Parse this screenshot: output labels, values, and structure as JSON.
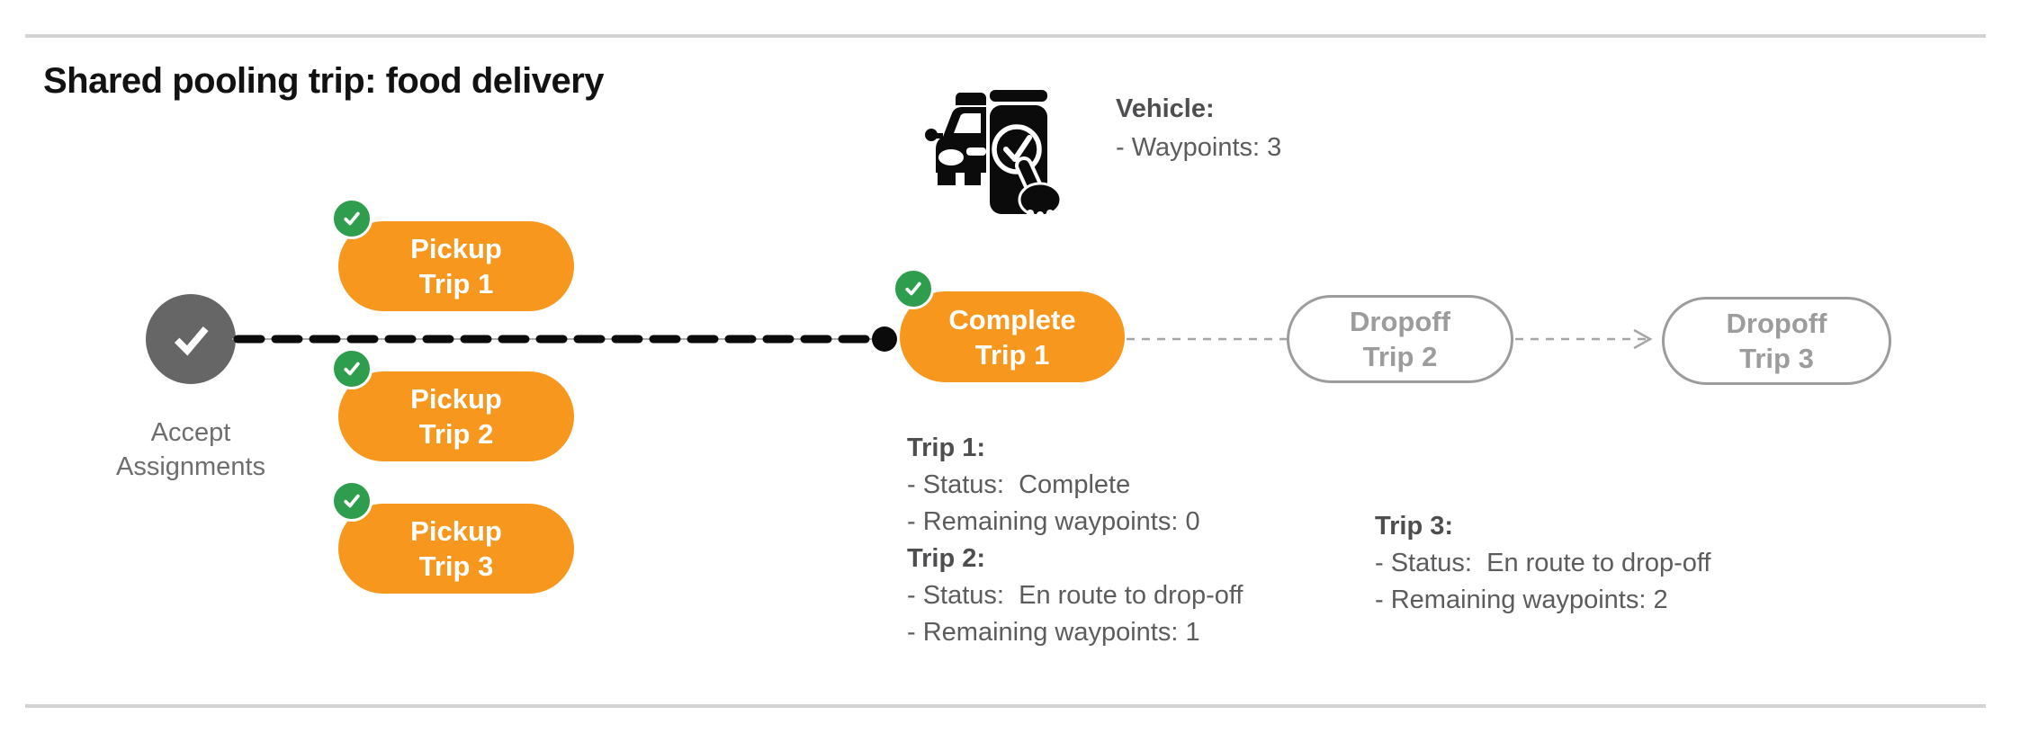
{
  "title": "Shared pooling trip: food delivery",
  "colors": {
    "orange": "#F8971D",
    "green": "#2E9E4E",
    "node_gray": "#666666",
    "outline_gray": "#9C9C9C",
    "text_gray": "#5C5C5E",
    "rule_gray": "#D3D3D3",
    "dash_black": "#0B0B0B"
  },
  "icons": {
    "vehicle": "car-phone-check-icon",
    "start": "check-icon",
    "badge": "check-badge-icon",
    "arrow": "arrowhead-right-icon",
    "dot": "route-endpoint-dot"
  },
  "vehicle": {
    "heading": "Vehicle:",
    "detail": "- Waypoints: 3"
  },
  "flow": {
    "start_label": "Accept Assignments",
    "pickups": [
      {
        "line1": "Pickup",
        "line2": "Trip 1"
      },
      {
        "line1": "Pickup",
        "line2": "Trip 2"
      },
      {
        "line1": "Pickup",
        "line2": "Trip 3"
      }
    ],
    "complete": {
      "line1": "Complete",
      "line2": "Trip 1"
    },
    "dropoffs": [
      {
        "line1": "Dropoff",
        "line2": "Trip 2"
      },
      {
        "line1": "Dropoff",
        "line2": "Trip 3"
      }
    ]
  },
  "status_left": {
    "sections": [
      {
        "heading": "Trip 1:",
        "lines": [
          "- Status:  Complete",
          "- Remaining waypoints: 0"
        ]
      },
      {
        "heading": "Trip 2:",
        "lines": [
          "- Status:  En route to drop-off",
          "- Remaining waypoints: 1"
        ]
      }
    ]
  },
  "status_right": {
    "sections": [
      {
        "heading": "Trip 3:",
        "lines": [
          "- Status:  En route to drop-off",
          "- Remaining waypoints: 2"
        ]
      }
    ]
  }
}
